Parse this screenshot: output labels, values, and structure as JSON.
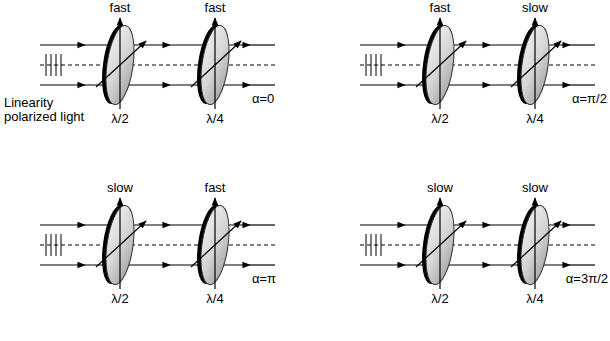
{
  "diagram": {
    "labels": [
      "fast",
      "fast",
      "Linearity polarized light",
      "λ/2",
      "λ/4",
      "α=0",
      "fast",
      "slow",
      "λ/2",
      "λ/4",
      "α=π/2",
      "slow",
      "fast",
      "λ/2",
      "λ/4",
      "α=π",
      "slow",
      "slow",
      "λ/2",
      "λ/4",
      "α=3π/2"
    ]
  }
}
